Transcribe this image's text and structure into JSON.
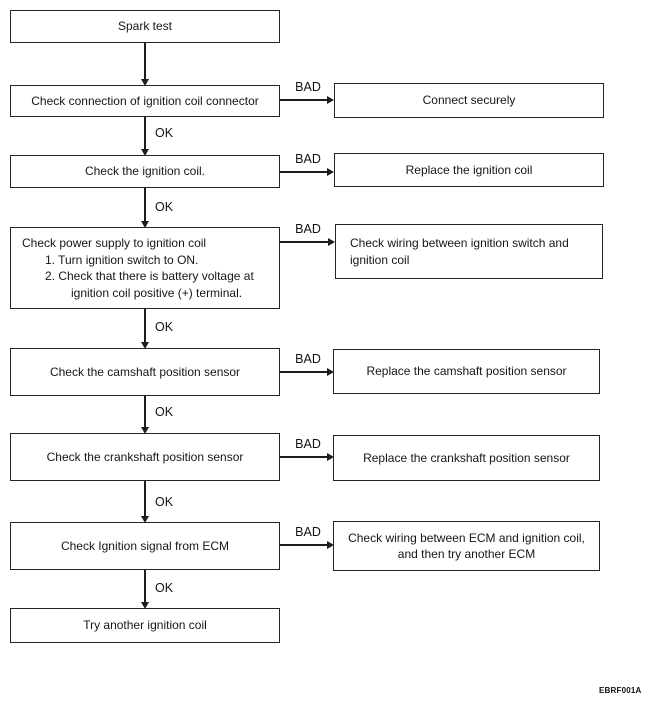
{
  "page": {
    "background": "#ffffff",
    "border_color": "#262626",
    "text_color": "#161616",
    "footer_code": "EBRF001A"
  },
  "labels": {
    "ok": "OK",
    "bad": "BAD"
  },
  "nodes": {
    "spark_test": "Spark test",
    "check_connector": "Check connection of ignition coil connector",
    "connect_securely": "Connect securely",
    "check_coil": "Check the ignition coil.",
    "replace_coil": "Replace the ignition coil",
    "power": {
      "title": "Check power supply to ignition coil",
      "lines": [
        "1. Turn ignition switch to ON.",
        "2. Check that there is battery voltage at",
        "ignition coil positive (+) terminal."
      ]
    },
    "wiring_switch": {
      "lines": [
        "Check wiring between ignition switch and",
        "ignition coil"
      ]
    },
    "check_camshaft": "Check the camshaft position sensor",
    "replace_camshaft": "Replace the camshaft position sensor",
    "check_crankshaft": "Check the crankshaft position sensor",
    "replace_crankshaft": "Replace the crankshaft position sensor",
    "check_ecm_signal": "Check Ignition signal from ECM",
    "wiring_ecm": {
      "lines": [
        "Check wiring between ECM and ignition coil,",
        "and then try another ECM"
      ]
    },
    "try_another_coil": "Try another ignition coil"
  }
}
